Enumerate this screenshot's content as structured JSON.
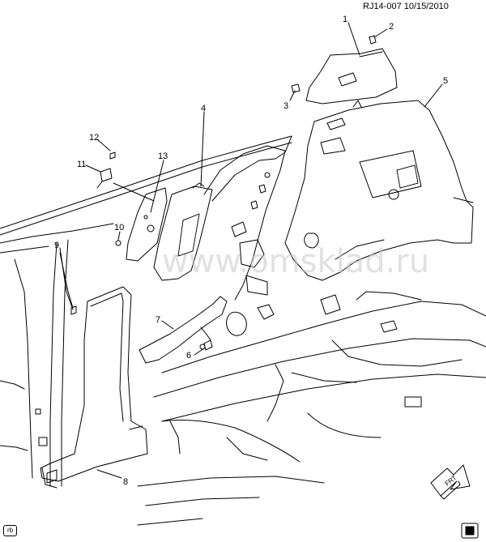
{
  "header": {
    "reference": "RJ14-007",
    "date": "10/15/2010"
  },
  "watermark": "www.omsklad.ru",
  "callouts": [
    "1",
    "2",
    "3",
    "4",
    "5",
    "6",
    "7",
    "8",
    "9",
    "10",
    "11",
    "12",
    "13"
  ],
  "front_arrow_label": "FRT",
  "corner_tag": "rb"
}
